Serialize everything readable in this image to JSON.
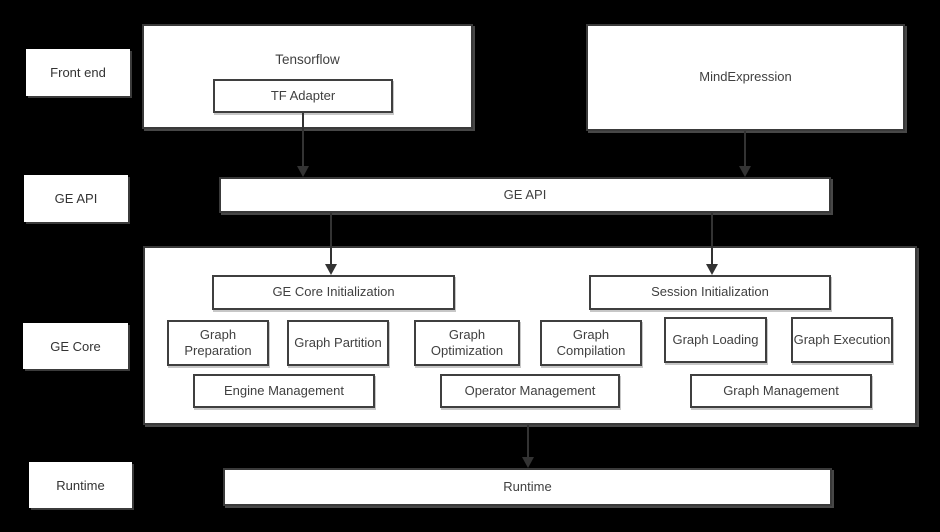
{
  "colors": {
    "background": "#000000",
    "box_fill": "#ffffff",
    "box_border": "#3a3a3a",
    "text": "#404040",
    "arrow": "#333333"
  },
  "side_labels": [
    {
      "label": "Front end"
    },
    {
      "label": "GE API"
    },
    {
      "label": "GE Core"
    },
    {
      "label": "Runtime"
    }
  ],
  "frontend": {
    "tensorflow_label": "Tensorflow",
    "tf_adapter_label": "TF Adapter",
    "mindexpression_label": "MindExpression"
  },
  "ge_api_bar": {
    "label": "GE API"
  },
  "ge_core": {
    "init_boxes": [
      {
        "label": "GE Core Initialization"
      },
      {
        "label": "Session Initialization"
      }
    ],
    "modules": [
      {
        "label": "Graph Preparation"
      },
      {
        "label": "Graph Partition"
      },
      {
        "label": "Graph Optimization"
      },
      {
        "label": "Graph Compilation"
      },
      {
        "label": "Graph Loading"
      },
      {
        "label": "Graph Execution"
      }
    ],
    "management": [
      {
        "label": "Engine Management"
      },
      {
        "label": "Operator Management"
      },
      {
        "label": "Graph Management"
      }
    ]
  },
  "runtime_bar": {
    "label": "Runtime"
  }
}
